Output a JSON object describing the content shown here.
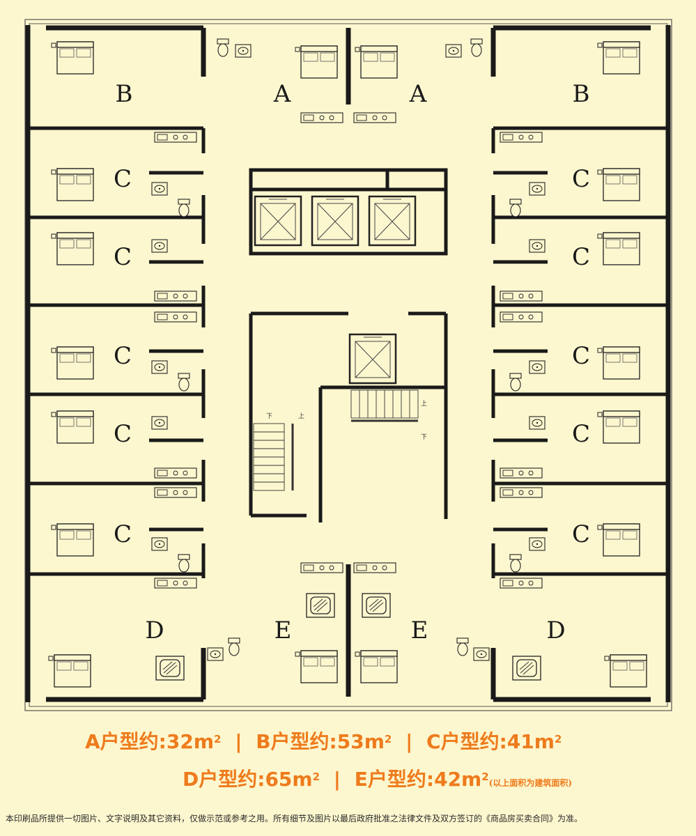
{
  "units": {
    "A": "A",
    "B": "B",
    "C": "C",
    "D": "D",
    "E": "E"
  },
  "stair": {
    "up": "上",
    "down": "下"
  },
  "areas": {
    "a": {
      "label": "A户型约:32m",
      "sup": "2"
    },
    "b": {
      "label": "B户型约:53m",
      "sup": "2"
    },
    "c": {
      "label": "C户型约:41m",
      "sup": "2"
    },
    "d": {
      "label": "D户型约:65m",
      "sup": "2"
    },
    "e": {
      "label": "E户型约:42m",
      "sup": "2"
    },
    "separator": "|",
    "note": "(以上面积为建筑面积)"
  },
  "disclaimer": "本印刷品所提供一切图片、文字说明及其它资料，仅做示范或参考之用。所有细节及图片以最后政府批准之法律文件及双方签订的《商品房买卖合同》为准。",
  "colors": {
    "background": "#fdf7cf",
    "wall": "#1a1a1a",
    "accent": "#ee7b1c"
  }
}
